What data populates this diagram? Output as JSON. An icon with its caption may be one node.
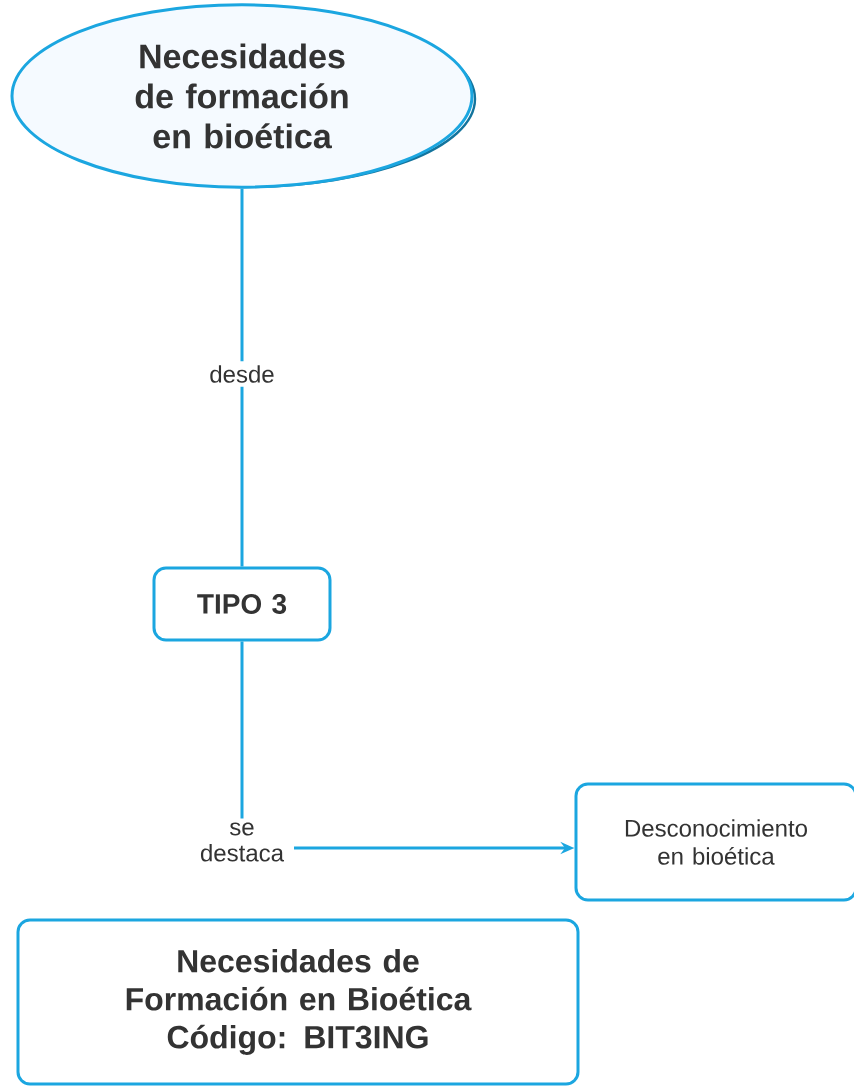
{
  "diagram": {
    "nodes": [
      {
        "text": [
          "Necesidades de formación en bioética"
        ]
      },
      {
        "text": [
          "TIPO 3"
        ]
      },
      {
        "text": [
          "Desconocimiento en bioética"
        ]
      },
      {
        "text": [
          "Necesidades de Formación en Bioética",
          "Código: BIT3ING"
        ]
      }
    ],
    "edges": [
      {
        "from": 0,
        "to": 1,
        "arrow": "none",
        "label": "desde"
      },
      {
        "from": 1,
        "to": 2,
        "arrow": "to",
        "label": "se destaca"
      }
    ]
  }
}
